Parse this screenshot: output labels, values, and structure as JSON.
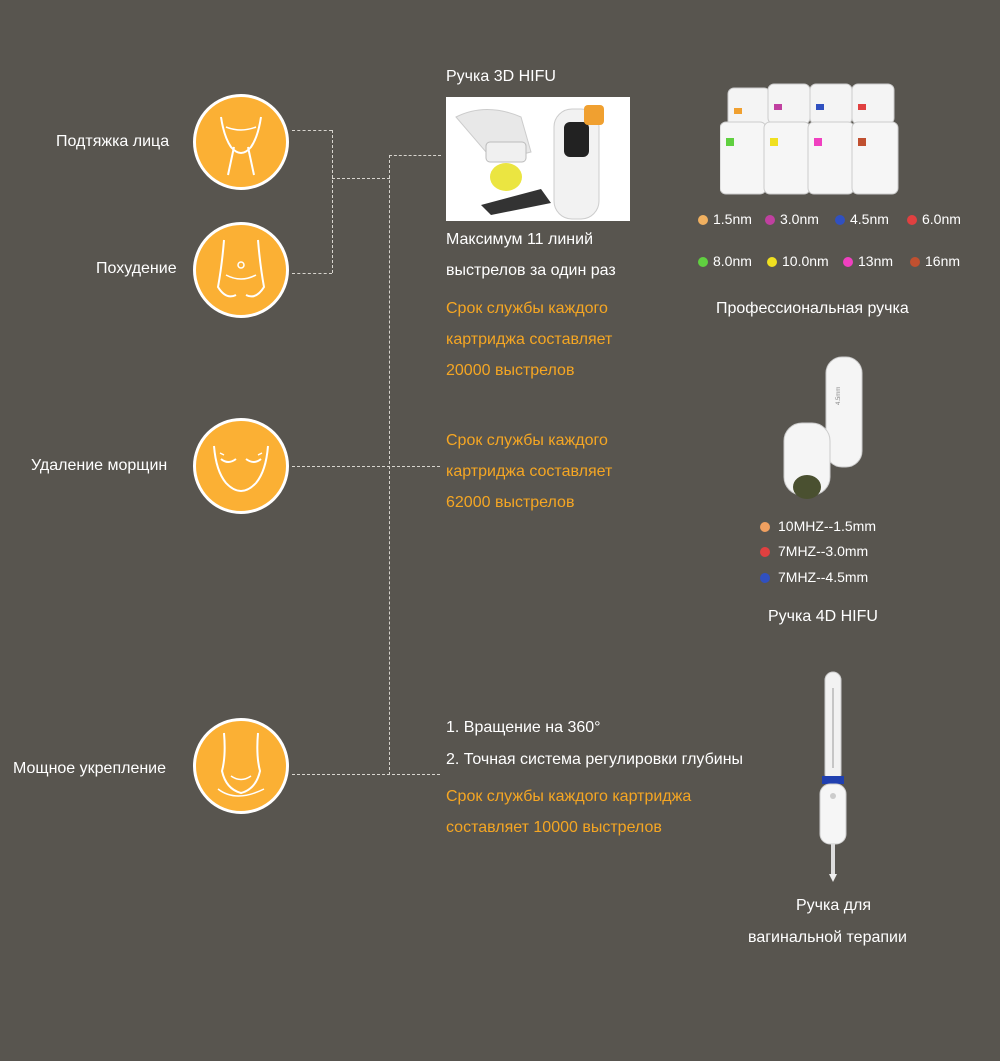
{
  "left_labels": {
    "face_lift": "Подтяжка лица",
    "weight_loss": "Похудение",
    "wrinkle_removal": "Удаление морщин",
    "tightening": "Мощное укрепление"
  },
  "hifu3d": {
    "title": "Ручка 3D HIFU",
    "line1": "Максимум 11 линий",
    "line2": "выстрелов за один раз",
    "life1": "Срок службы каждого",
    "life2": "картриджа составляет",
    "life3": "20000 выстрелов"
  },
  "pro": {
    "title": "Профессиональная ручка",
    "legend": [
      {
        "label": "1.5nm",
        "color": "#f0b060"
      },
      {
        "label": "3.0nm",
        "color": "#c040a0"
      },
      {
        "label": "4.5nm",
        "color": "#3050c0"
      },
      {
        "label": "6.0nm",
        "color": "#e04040"
      },
      {
        "label": "8.0nm",
        "color": "#60d040"
      },
      {
        "label": "10.0nm",
        "color": "#f0e020"
      },
      {
        "label": "13nm",
        "color": "#f040c0"
      },
      {
        "label": "16nm",
        "color": "#c05030"
      }
    ]
  },
  "hifu4d": {
    "life1": "Срок службы каждого",
    "life2": "картриджа составляет",
    "life3": "62000 выстрелов",
    "title": "Ручка 4D HIFU",
    "legend": [
      {
        "label": "10MHZ--1.5mm",
        "color": "#f0a060"
      },
      {
        "label": "7MHZ--3.0mm",
        "color": "#e04040"
      },
      {
        "label": "7MHZ--4.5mm",
        "color": "#3050c0"
      }
    ]
  },
  "vaginal": {
    "feature1": "1. Вращение на 360°",
    "feature2": "2. Точная система регулировки глубины",
    "life1": "Срок службы каждого картриджа",
    "life2": "составляет 10000 выстрелов",
    "title1": "Ручка для",
    "title2": "вагинальной терапии"
  }
}
